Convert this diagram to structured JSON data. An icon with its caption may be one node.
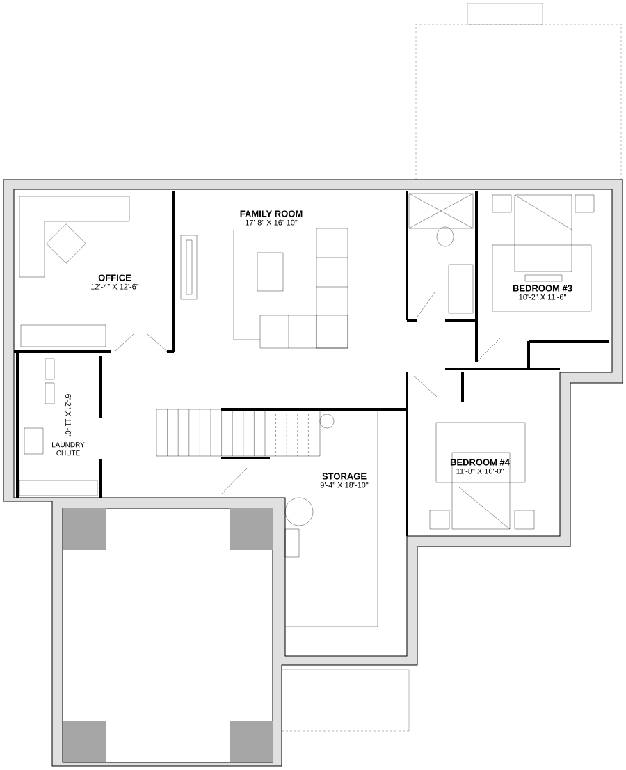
{
  "diagram": {
    "nodes": [
      {
        "text": [
          "OFFICE",
          "12'-4\" X 12'-6\""
        ]
      },
      {
        "text": [
          "FAMILY ROOM",
          "17'-8\" X 16'-10\""
        ]
      },
      {
        "text": [
          "BEDROOM #3",
          "10'-2\" X 11'-6\""
        ]
      },
      {
        "text": [
          "6'-2\" X 11'-0\"",
          "LAUNDRY CHUTE"
        ]
      },
      {
        "text": [
          "BEDROOM #4",
          "11'-8\" X 10'-0\""
        ]
      },
      {
        "text": [
          "STORAGE",
          "9'-4\" X 18'-10\""
        ]
      }
    ]
  }
}
